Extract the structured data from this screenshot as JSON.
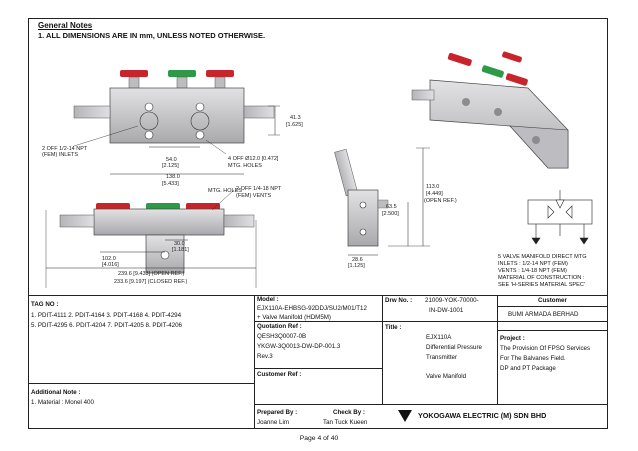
{
  "notes": {
    "title": "General Notes",
    "line1": "1. ALL DIMENSIONS ARE IN mm, UNLESS NOTED OTHERWISE."
  },
  "drawing": {
    "dim_41_3": "41.3",
    "dim_41_3_in": "[1.625]",
    "inlets_1": "2 OFF 1/2-14 NPT",
    "inlets_2": "(FEM) INLETS",
    "dim_54": "54.0",
    "dim_54_in": "[2.125]",
    "holes_1": "4 OFF Ø12.0 [0.472]",
    "holes_2": "MTG. HOLES",
    "dim_138": "138.0",
    "dim_138_in": "[5.433]",
    "mtg_holes": "MTG. HOLES",
    "vents_1": "2 OFF 1/4-18 NPT",
    "vents_2": "(FEM) VENTS",
    "dim_30": "30.0",
    "dim_30_in": "[1.181]",
    "dim_102": "102.0",
    "dim_102_in": "[4.016]",
    "dim_239": "239.6 [9.433] (OPEN REF.)",
    "dim_233": "233.6 [9.197] (CLOSED REF.)",
    "dim_113": "113.0",
    "dim_113_in": "[4.449]",
    "dim_113_ref": "(OPEN REF.)",
    "dim_63": "63.5",
    "dim_63_in": "[2.500]",
    "dim_28": "28.6",
    "dim_28_in": "[1.125]",
    "spec_1": "5 VALVE MANIFOLD DIRECT MTG",
    "spec_2": "INLETS : 1/2-14 NPT (FEM)",
    "spec_3": "VENTS : 1/4-18 NPT (FEM)",
    "spec_4": "MATERIAL OF CONSTRUCTION :",
    "spec_5": "SEE 'H-SERIES MATERIAL SPEC'"
  },
  "colors": {
    "red": "#c8242b",
    "green": "#2e9a48",
    "body": "#c9c9cc",
    "line": "#222222"
  },
  "table": {
    "tag_label": "TAG NO :",
    "tag_line1": "1. PDIT-4111  2. PDIT-4164  3. PDIT-4168  4. PDIT-4294",
    "tag_line2": "5. PDIT-4295  6. PDIT-4204  7. PDIT-4205  8. PDIT-4206",
    "additional_label": "Additional Note :",
    "additional_value": "1. Material : Monel 400",
    "model_label": "Model :",
    "model_line1": "EJX110A-EHBSG-92DDJ/SU2/M01/T12",
    "model_line2": "+ Valve Manifold (HDM5M)",
    "quotation_label": "Quotation Ref :",
    "quotation_line1": "QESH3Q0007-0B",
    "quotation_line2": "YKGW-3Q0013-DW-DP-001.3",
    "quotation_line3": "Rev.3",
    "customer_ref_label": "Customer Ref :",
    "prepared_label": "Prepared By :",
    "prepared_value": "Joanne Lim",
    "check_label": "Check By :",
    "check_value": "Tan Tuck Kueen",
    "drw_label": "Drw No. :",
    "drw_value1": "21009-YOK-70000-",
    "drw_value2": "IN-DW-1001",
    "title_label": "Title :",
    "title_line1": "EJX110A",
    "title_line2": "Differential Pressure",
    "title_line3": "Transmitter",
    "title_line4": "Valve Manifold",
    "customer_label": "Customer",
    "customer_value": "BUMI ARMADA BERHAD",
    "project_label": "Project :",
    "project_line1": "The Provision Of FPSO Services",
    "project_line2": "For The Balvanes Field.",
    "project_line3": "DP and PT Package",
    "company": "YOKOGAWA ELECTRIC (M) SDN BHD"
  },
  "footer": {
    "page": "Page 4 of 40"
  }
}
